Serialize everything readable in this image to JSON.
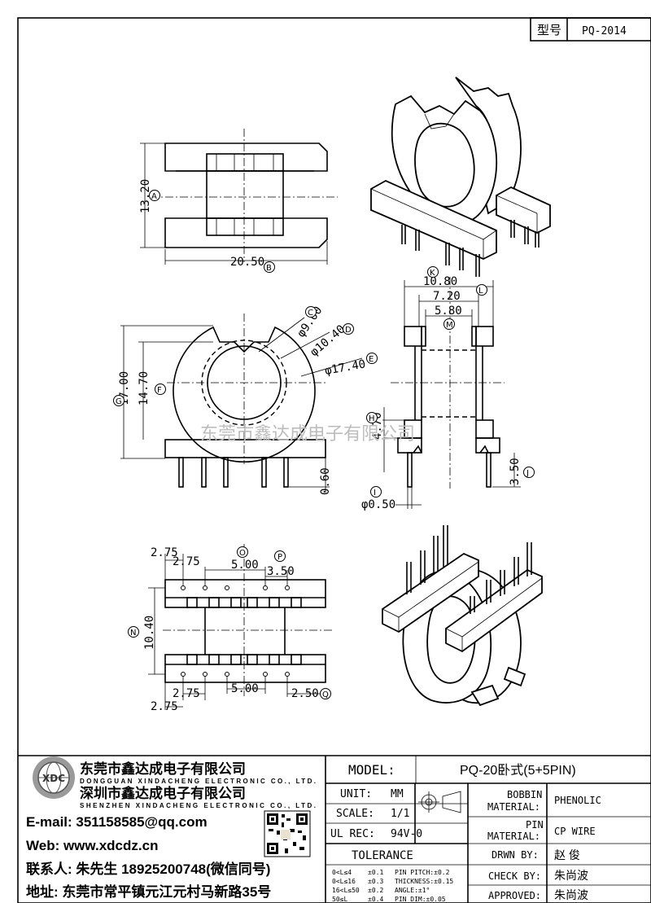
{
  "model_box": {
    "label": "型号",
    "value": "PQ-2014"
  },
  "watermark": "东莞市鑫达成电子有限公司",
  "dimensions": {
    "height_side": "13.20",
    "width_side": "20.50",
    "inner_dia": "φ9.00",
    "mid_dia": "φ10.40",
    "outer_dia": "φ17.40",
    "total_height": "17.00",
    "flange_height": "14.70",
    "pin_extension": "0.60",
    "width_total": "10.80",
    "width_mid": "7.20",
    "width_inner": "5.80",
    "base_height": "4.70",
    "pin_length": "3.50",
    "pin_dia": "φ0.50",
    "pitch_a": "2.75",
    "pitch_b": "2.75",
    "pitch_c": "5.00",
    "pitch_d": "3.50",
    "row_spacing": "10.40",
    "bottom_pitch_a": "2.75",
    "bottom_pitch_b": "5.00",
    "bottom_pitch_c": "2.50",
    "bottom_pitch_d": "2.75"
  },
  "markers": [
    "A",
    "B",
    "C",
    "D",
    "E",
    "F",
    "G",
    "H",
    "I",
    "J",
    "K",
    "L",
    "M",
    "N",
    "O",
    "P",
    "Q"
  ],
  "company": {
    "name_cn_1": "东莞市鑫达成电子有限公司",
    "name_en_1": "DONGGUAN XINDACHENG ELECTRONIC CO., LTD.",
    "name_cn_2": "深圳市鑫达成电子有限公司",
    "name_en_2": "SHENZHEN XINDACHENG ELECTRONIC CO., LTD.",
    "email": "E-mail: 351158585@qq.com",
    "web": "Web: www.xdcdz.cn",
    "contact": "联系人: 朱先生 18925200748(微信同号)",
    "address": "地址: 东莞市常平镇元江元村马新路35号",
    "logo_text": "XDC"
  },
  "spec": {
    "model_label": "MODEL:",
    "model_value": "PQ-20卧式(5+5PIN)",
    "unit_label": "UNIT:",
    "unit_value": "MM",
    "scale_label": "SCALE:",
    "scale_value": "1/1",
    "ulrec_label": "UL REC:",
    "ulrec_value": "94V-0",
    "tolerance_label": "TOLERANCE",
    "tolerances": [
      [
        "0<L≤4",
        "±0.1",
        "PIN PITCH:±0.2"
      ],
      [
        "0<L≤16",
        "±0.3",
        "THICKNESS:±0.15"
      ],
      [
        "16<L≤50",
        "±0.2",
        "ANGLE:±1°"
      ],
      [
        "50≤L",
        "±0.4",
        "PIN DIM:±0.05"
      ]
    ],
    "bobbin_label_1": "BOBBIN",
    "bobbin_label_2": "MATERIAL:",
    "bobbin_value": "PHENOLIC",
    "pin_label_1": "PIN",
    "pin_label_2": "MATERIAL:",
    "pin_value": "CP WIRE",
    "drawn_label": "DRWN BY:",
    "drawn_value": "赵 俊",
    "check_label": "CHECK BY:",
    "check_value": "朱尚波",
    "approved_label": "APPROVED:",
    "approved_value": "朱尚波"
  }
}
